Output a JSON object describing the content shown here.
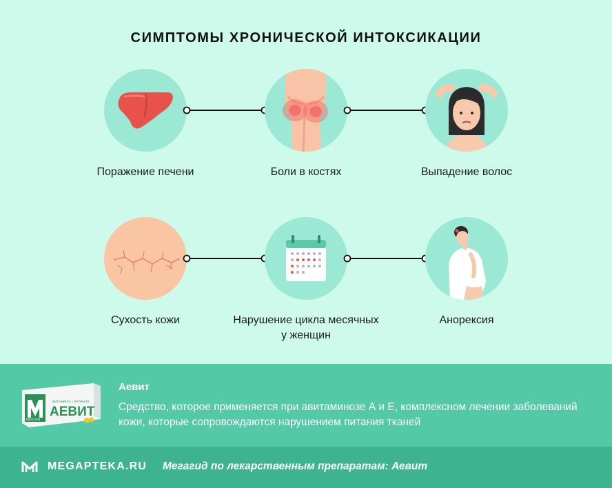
{
  "title": "СИМПТОМЫ ХРОНИЧЕСКОЙ ИНТОКСИКАЦИИ",
  "symptoms": [
    {
      "label": "Поражение печени",
      "icon": "liver-icon"
    },
    {
      "label": "Боли в костях",
      "icon": "knee-joint-icon"
    },
    {
      "label": "Выпадение волос",
      "icon": "hair-loss-woman-icon"
    },
    {
      "label": "Сухость кожи",
      "icon": "dry-skin-icon"
    },
    {
      "label": "Нарушение цикла месячных у женщин",
      "icon": "calendar-icon"
    },
    {
      "label": "Анорексия",
      "icon": "anorexia-woman-icon"
    }
  ],
  "product": {
    "name": "Аевит",
    "description": "Средство, которое применяется при авитаминозе А и Е, комплексном лечении заболеваний кожи, которые сопровождаются нарушением питания тканей",
    "box_text": "АЕВИТ",
    "box_brand": "MELIGEN",
    "box_line": "ВИТАМИН Е + РЕТИНОЛ"
  },
  "footer": {
    "brand": "MEGAPTEKA.RU",
    "tagline": "Мегагид по лекарственным препаратам: Аевит"
  },
  "colors": {
    "background": "#cdfaeb",
    "circle": "#9be9d5",
    "product_band": "#54c9a6",
    "footer_band": "#3db48f",
    "liver": "#e8524d",
    "pain": "#f46363"
  }
}
